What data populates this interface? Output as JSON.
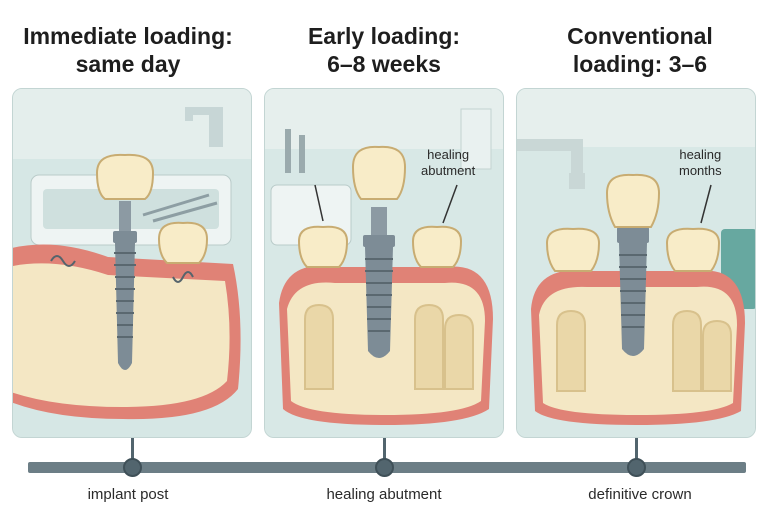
{
  "stages": [
    {
      "title_line1": "Immediate loading:",
      "title_line2": "same day",
      "timeline_label": "implant post"
    },
    {
      "title_line1": "Early loading:",
      "title_line2": "6–8 weeks",
      "callout_line1": "healing",
      "callout_line2": "abutment",
      "timeline_label": "healing abutment"
    },
    {
      "title_line1": "Conventional",
      "title_line2": "loading: 3–6",
      "callout_line1": "healing",
      "callout_line2": "months",
      "timeline_label": "definitive crown"
    }
  ],
  "colors": {
    "gum": "#e08276",
    "bone": "#f4e7c4",
    "bone_spongy": "#ead7a8",
    "tooth": "#f8ecc8",
    "implant": "#7d8c96",
    "panel_bg": "#d4e6e4",
    "timeline": "#6c7e86"
  },
  "icons": [
    "implant-icon",
    "crown-icon",
    "tooth-icon",
    "suture-icon",
    "dental-chair-icon",
    "faucet-icon"
  ]
}
